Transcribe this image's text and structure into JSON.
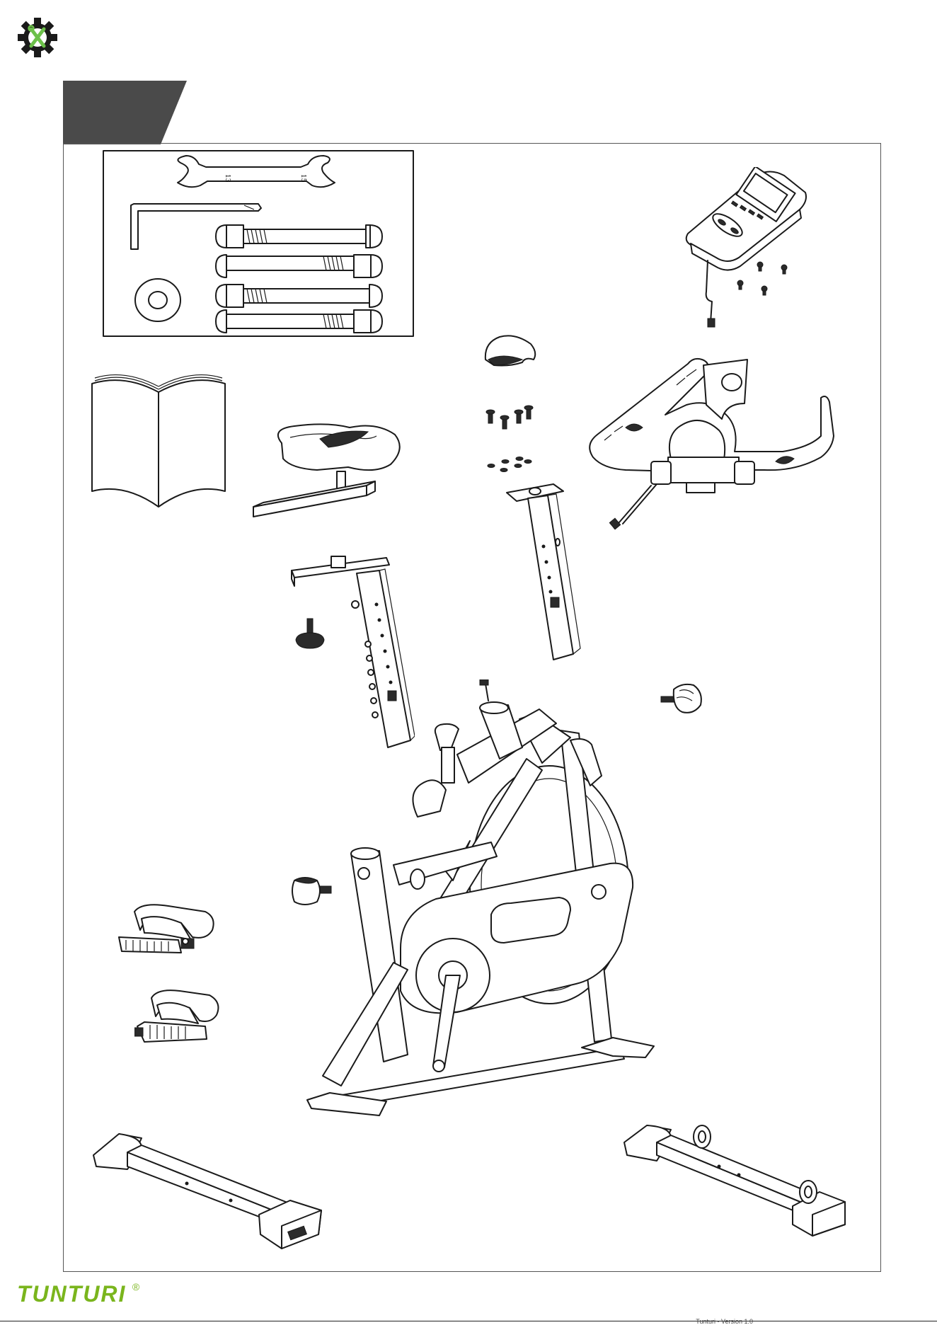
{
  "brand": {
    "name": "TUNTURI",
    "mark": "®",
    "color": "#7ab51d"
  },
  "header": {
    "tab_color": "#4a4a4a"
  },
  "tool_icon": {
    "name": "gear-wrench-icon",
    "accent": "#6cc04a"
  },
  "wrench": {
    "size_a": "13",
    "size_b": "15"
  },
  "footer": {
    "note": "Tunturi - Version 1.0"
  }
}
